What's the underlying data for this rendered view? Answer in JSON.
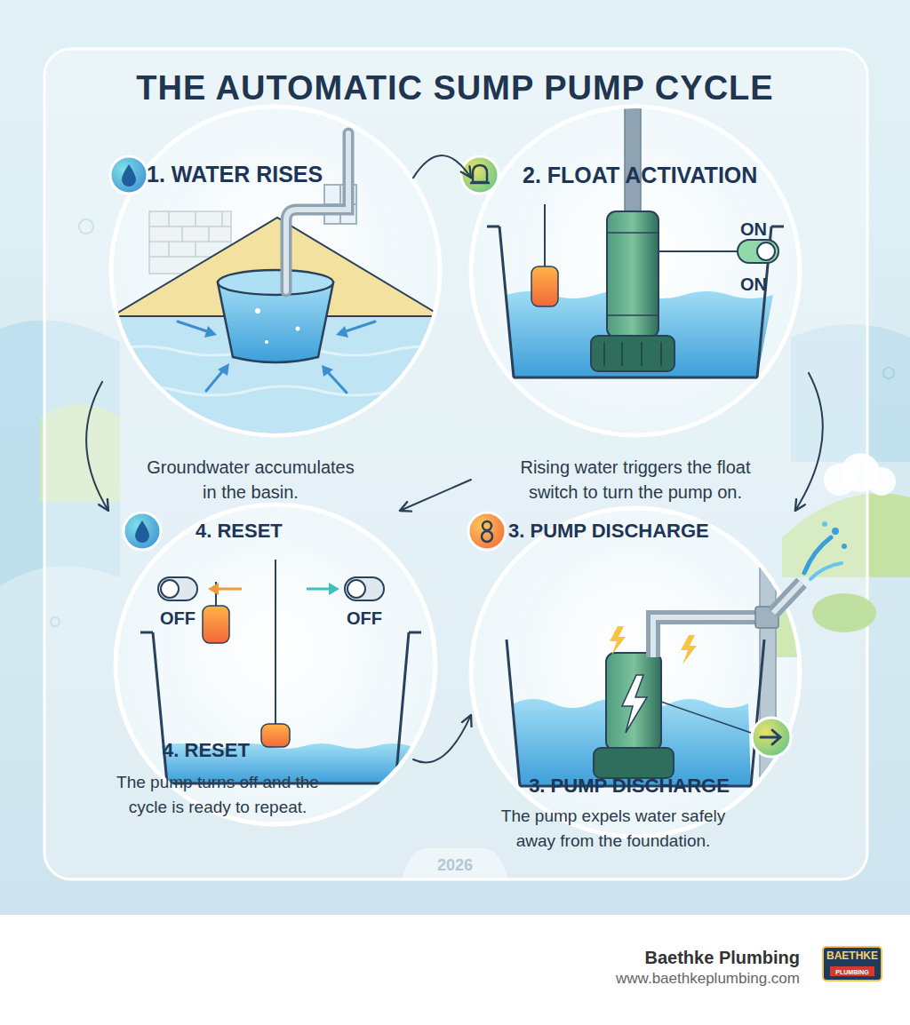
{
  "diagram": {
    "title": "THE AUTOMATIC SUMP PUMP CYCLE",
    "nodes": [
      {
        "text": [
          "1. WATER RISES",
          "Groundwater accumulates in the basin."
        ]
      },
      {
        "text": [
          "2. FLOAT ACTIVATION",
          "Rising water triggers the float switch to turn the pump on."
        ]
      },
      {
        "text": [
          "4. RESET",
          "4. RESET",
          "The pump turns off and the cycle is ready to repeat."
        ]
      },
      {
        "text": [
          "3. PUMP DISCHARGE",
          "3. PUMP DISCHARGE",
          "The pump expels water safely away from the foundation."
        ]
      }
    ],
    "edges": [
      {
        "from": 0,
        "to": 1,
        "arrow": "to"
      },
      {
        "from": 1,
        "to": 3,
        "arrow": "to"
      },
      {
        "from": 1,
        "to": 2,
        "arrow": "to"
      },
      {
        "from": 0,
        "to": 2,
        "arrow": "to"
      },
      {
        "from": 2,
        "to": 3,
        "arrow": "to"
      }
    ],
    "labels": [
      "ON",
      "ON",
      "OFF",
      "OFF",
      "2026",
      "Baethke Plumbing",
      "www.baethkeplumbing.com",
      "BAETHKE",
      "PLUMBING"
    ]
  }
}
